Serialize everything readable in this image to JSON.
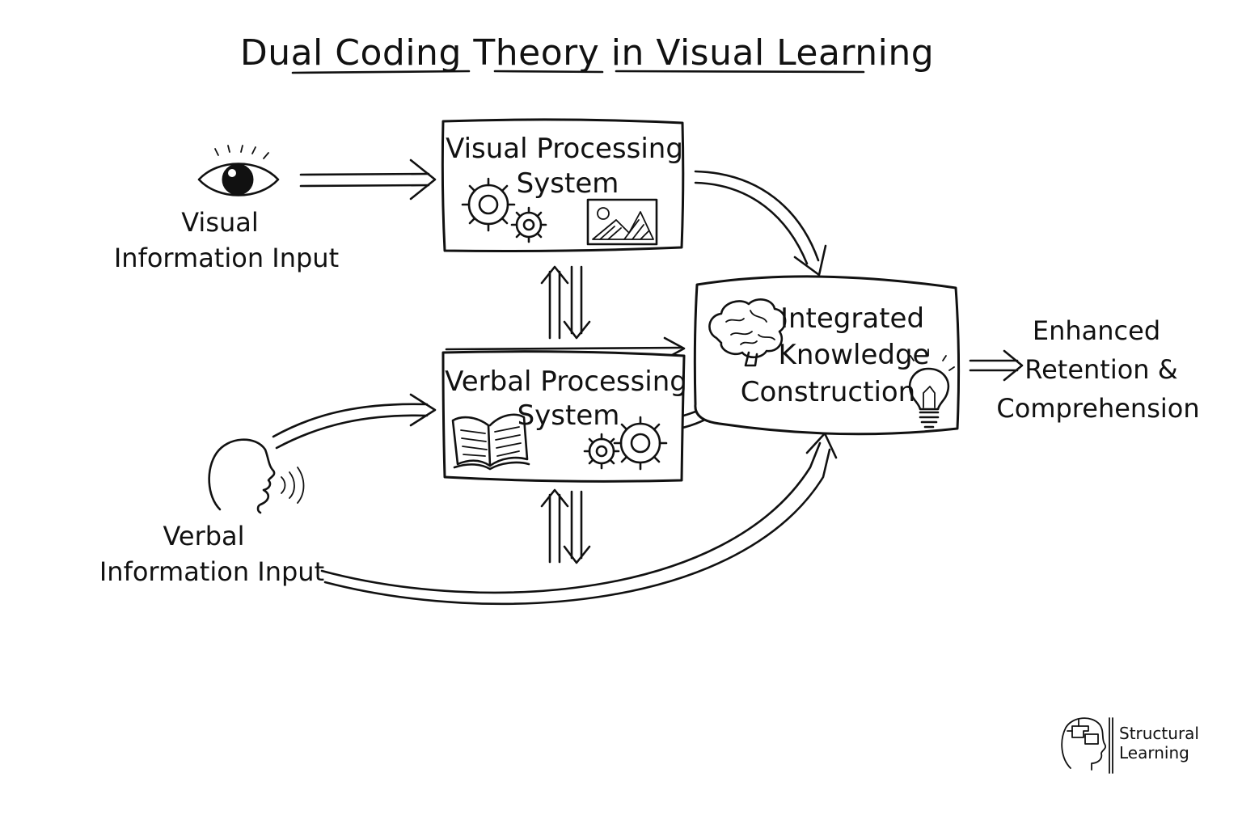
{
  "title": "Dual Coding Theory in Visual Learning",
  "inputs": {
    "visual": {
      "line1": "Visual",
      "line2": "Information Input"
    },
    "verbal": {
      "line1": "Verbal",
      "line2": "Information Input"
    }
  },
  "boxes": {
    "visual_processing": {
      "line1": "Visual Processing",
      "line2": "System"
    },
    "verbal_processing": {
      "line1": "Verbal Processing",
      "line2": "System"
    },
    "integrated": {
      "line1": "Integrated",
      "line2": "Knowledge",
      "line3": "Construction"
    }
  },
  "outcome": {
    "line1": "Enhanced",
    "line2": "Retention &",
    "line3": "Comprehension"
  },
  "logo": {
    "line1": "Structural",
    "line2": "Learning"
  },
  "icons": [
    "eye-icon",
    "speaking-head-icon",
    "gears-icon",
    "picture-icon",
    "open-book-icon",
    "brain-icon",
    "lightbulb-icon",
    "head-puzzle-logo-icon"
  ],
  "colors": {
    "ink": "#111111",
    "background": "#ffffff"
  }
}
